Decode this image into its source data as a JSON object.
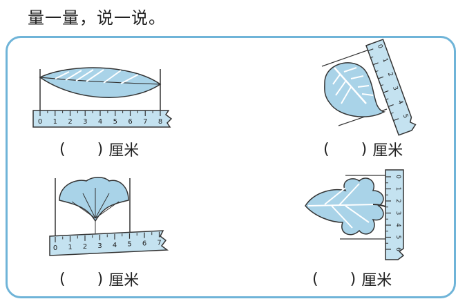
{
  "title": "量一量，说一说。",
  "answers": [
    {
      "open": "(",
      "close": ")",
      "unit": "厘米"
    },
    {
      "open": "(",
      "close": ")",
      "unit": "厘米"
    },
    {
      "open": "(",
      "close": ")",
      "unit": "厘米"
    },
    {
      "open": "(",
      "close": ")",
      "unit": "厘米"
    }
  ],
  "rulers": {
    "r1": [
      "0",
      "1",
      "2",
      "3",
      "4",
      "5",
      "6",
      "7",
      "8"
    ],
    "r2": [
      "0",
      "1",
      "2",
      "3",
      "4",
      "5"
    ],
    "r3": [
      "0",
      "1",
      "2",
      "3",
      "4",
      "5",
      "6",
      "7"
    ],
    "r4": [
      "0",
      "1",
      "2",
      "3",
      "4",
      "5",
      "6"
    ]
  },
  "colors": {
    "frame": "#6fb4d8",
    "leaf": "#a9d3e8",
    "ruler": "#c4e2f0",
    "line": "#333333"
  }
}
